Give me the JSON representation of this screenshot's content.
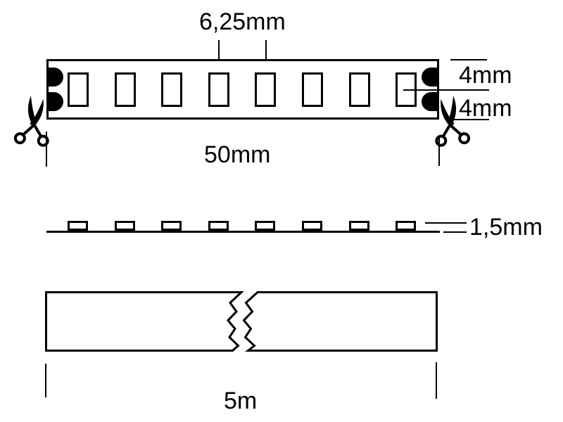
{
  "diagram": {
    "title": "LED strip dimension drawing",
    "ink_color": "#000000",
    "background_color": "#ffffff",
    "top_view": {
      "led_count": 8,
      "pitch_label": "6,25mm",
      "width_upper_label": "4mm",
      "width_lower_label": "4mm",
      "segment_length_label": "50mm",
      "icons": [
        "scissors-icon-left",
        "scissors-icon-right"
      ],
      "solder_pad_count": 4
    },
    "side_view": {
      "led_count": 8,
      "height_label": "1,5mm"
    },
    "reel_view": {
      "total_length_label": "5m",
      "has_break_symbol": true
    }
  }
}
